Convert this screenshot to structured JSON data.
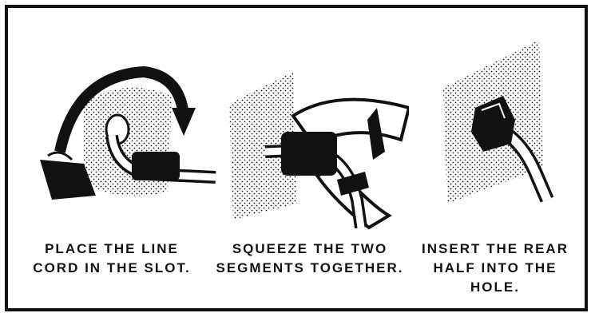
{
  "steps": [
    {
      "lines": [
        "PLACE THE LINE",
        "CORD IN THE SLOT."
      ]
    },
    {
      "lines": [
        "SQUEEZE THE TWO",
        "SEGMENTS TOGETHER."
      ]
    },
    {
      "lines": [
        "INSERT THE REAR",
        "HALF INTO THE",
        "HOLE."
      ]
    }
  ],
  "colors": {
    "ink": "#111111",
    "paper": "#ffffff"
  }
}
